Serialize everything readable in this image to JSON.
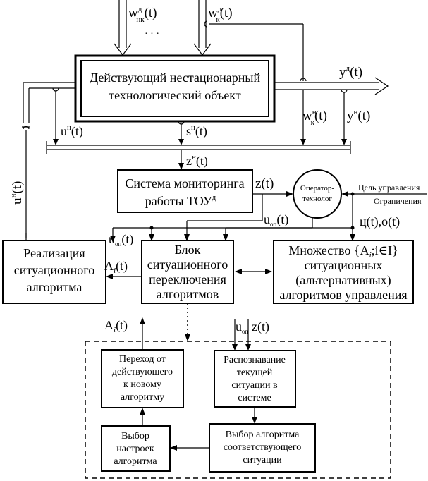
{
  "inputs": {
    "w_nk": {
      "base": "w",
      "sup": "д",
      "sub": "нк",
      "arg": "(t)"
    },
    "w_k": {
      "base": "w",
      "sup": "д",
      "sub": "к",
      "arg": "(t)"
    },
    "ellipsis": "· · ·"
  },
  "object": {
    "line1": "Действующий нестационарный",
    "line2": "технологический объект"
  },
  "outputs": {
    "y_d": {
      "base": "y",
      "sup": "д",
      "arg": "(t)"
    },
    "w_kn": {
      "base": "w",
      "sup": "н",
      "sub": "к",
      "arg": "(t)"
    },
    "y_n": {
      "base": "y",
      "sup": "н",
      "arg": "(t)"
    }
  },
  "signals": {
    "u_n_small": {
      "base": "u",
      "sup": "н",
      "arg": "(t)"
    },
    "s_n": {
      "base": "s",
      "sup": "н",
      "arg": "(t)"
    },
    "u_n_left": {
      "base": "u",
      "sup": "н",
      "arg": "(t)"
    },
    "z_n": {
      "base": "z",
      "sup": "н",
      "arg": "(t)"
    },
    "z_t": "z(t)",
    "u_op_top": {
      "base": "u",
      "sub": "оп",
      "arg": "(t)"
    },
    "u_op_mid": {
      "base": "u",
      "sub": "оп",
      "arg": "(t)"
    },
    "c_o": "ц(t),o(t)",
    "a_i_left": {
      "base": "A",
      "sub": "i",
      "arg": "(t)"
    },
    "a_i_bottom": {
      "base": "A",
      "sub": "i",
      "arg": "(t)"
    },
    "u_op_bottom": {
      "base": "u",
      "sub": "оп"
    },
    "z_bottom": "z(t)"
  },
  "monitoring": {
    "line1": "Система мониторинга",
    "line2": "работы ТОУ",
    "sup": "д"
  },
  "operator": {
    "line1": "Оператор-",
    "line2": "технолог"
  },
  "goal": {
    "line1": "Цель управления",
    "line2": "Ограничения"
  },
  "blocks": {
    "realization": [
      "Реализация",
      "ситуационного",
      "алгоритма"
    ],
    "switch": [
      "Блок",
      "ситуационного",
      "переключения",
      "алгоритмов"
    ],
    "set": {
      "line1": "Множество {A",
      "sub": "i",
      "line1_tail": ";i∈I}",
      "rest": [
        "ситуационных",
        "(альтернативных)",
        "алгоритмов управления"
      ]
    },
    "transition": [
      "Переход от",
      "действующего",
      "к новому",
      "алгоритму"
    ],
    "recognition": [
      "Распознавание",
      "текущей",
      "ситуации в",
      "системе"
    ],
    "settings": [
      "Выбор",
      "настроек",
      "алгоритма"
    ],
    "choice": [
      "Выбор алгоритма",
      "соответствующего",
      "ситуации"
    ]
  }
}
